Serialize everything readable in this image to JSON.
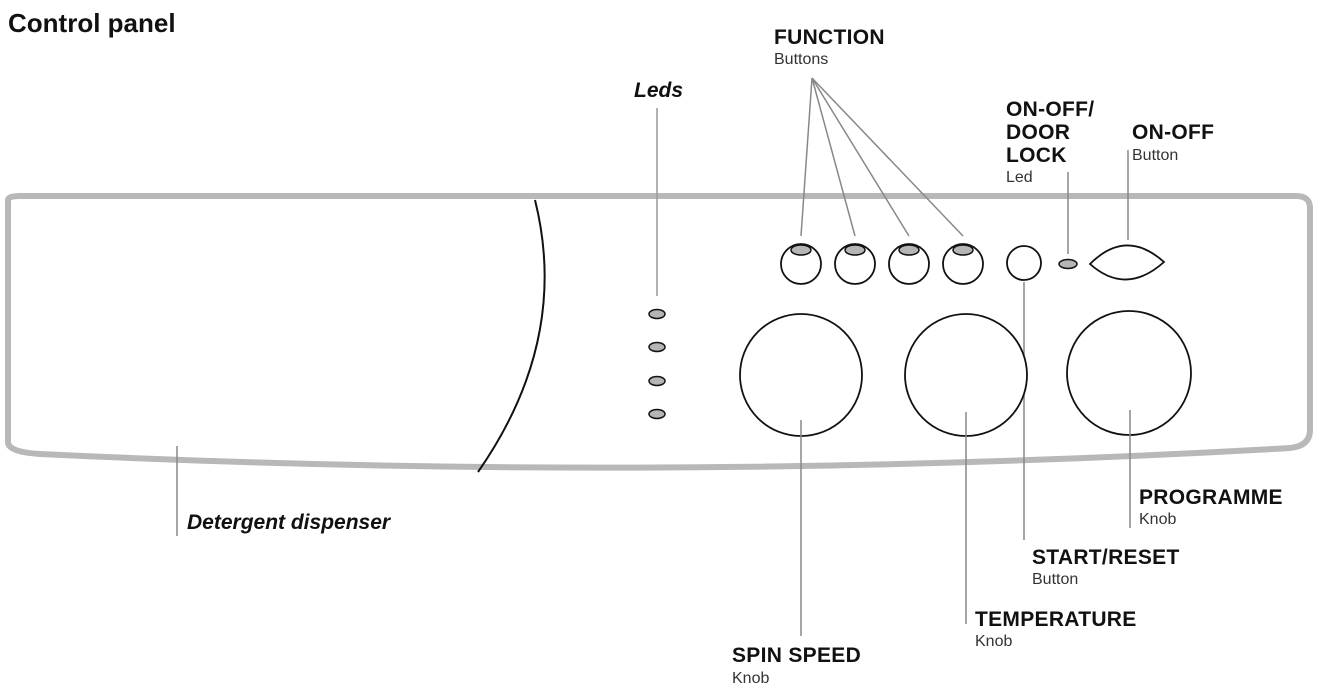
{
  "title": "Control panel",
  "labels": {
    "leds": "Leds",
    "function_title": "FUNCTION",
    "function_sub": "Buttons",
    "onoff_doorlock_line1": "ON-OFF/",
    "onoff_doorlock_line2": "DOOR",
    "onoff_doorlock_line3": "LOCK",
    "onoff_doorlock_sub": "Led",
    "onoff_title": "ON-OFF",
    "onoff_sub": "Button",
    "detergent": "Detergent dispenser",
    "programme_title": "PROGRAMME",
    "programme_sub": "Knob",
    "startreset_title": "START/RESET",
    "startreset_sub": "Button",
    "temperature_title": "TEMPERATURE",
    "temperature_sub": "Knob",
    "spinspeed_title": "SPIN SPEED",
    "spinspeed_sub": "Knob"
  },
  "colors": {
    "outline": "#111111",
    "panel_border": "#b8b8b8",
    "led_fill": "#b5b5b5"
  }
}
